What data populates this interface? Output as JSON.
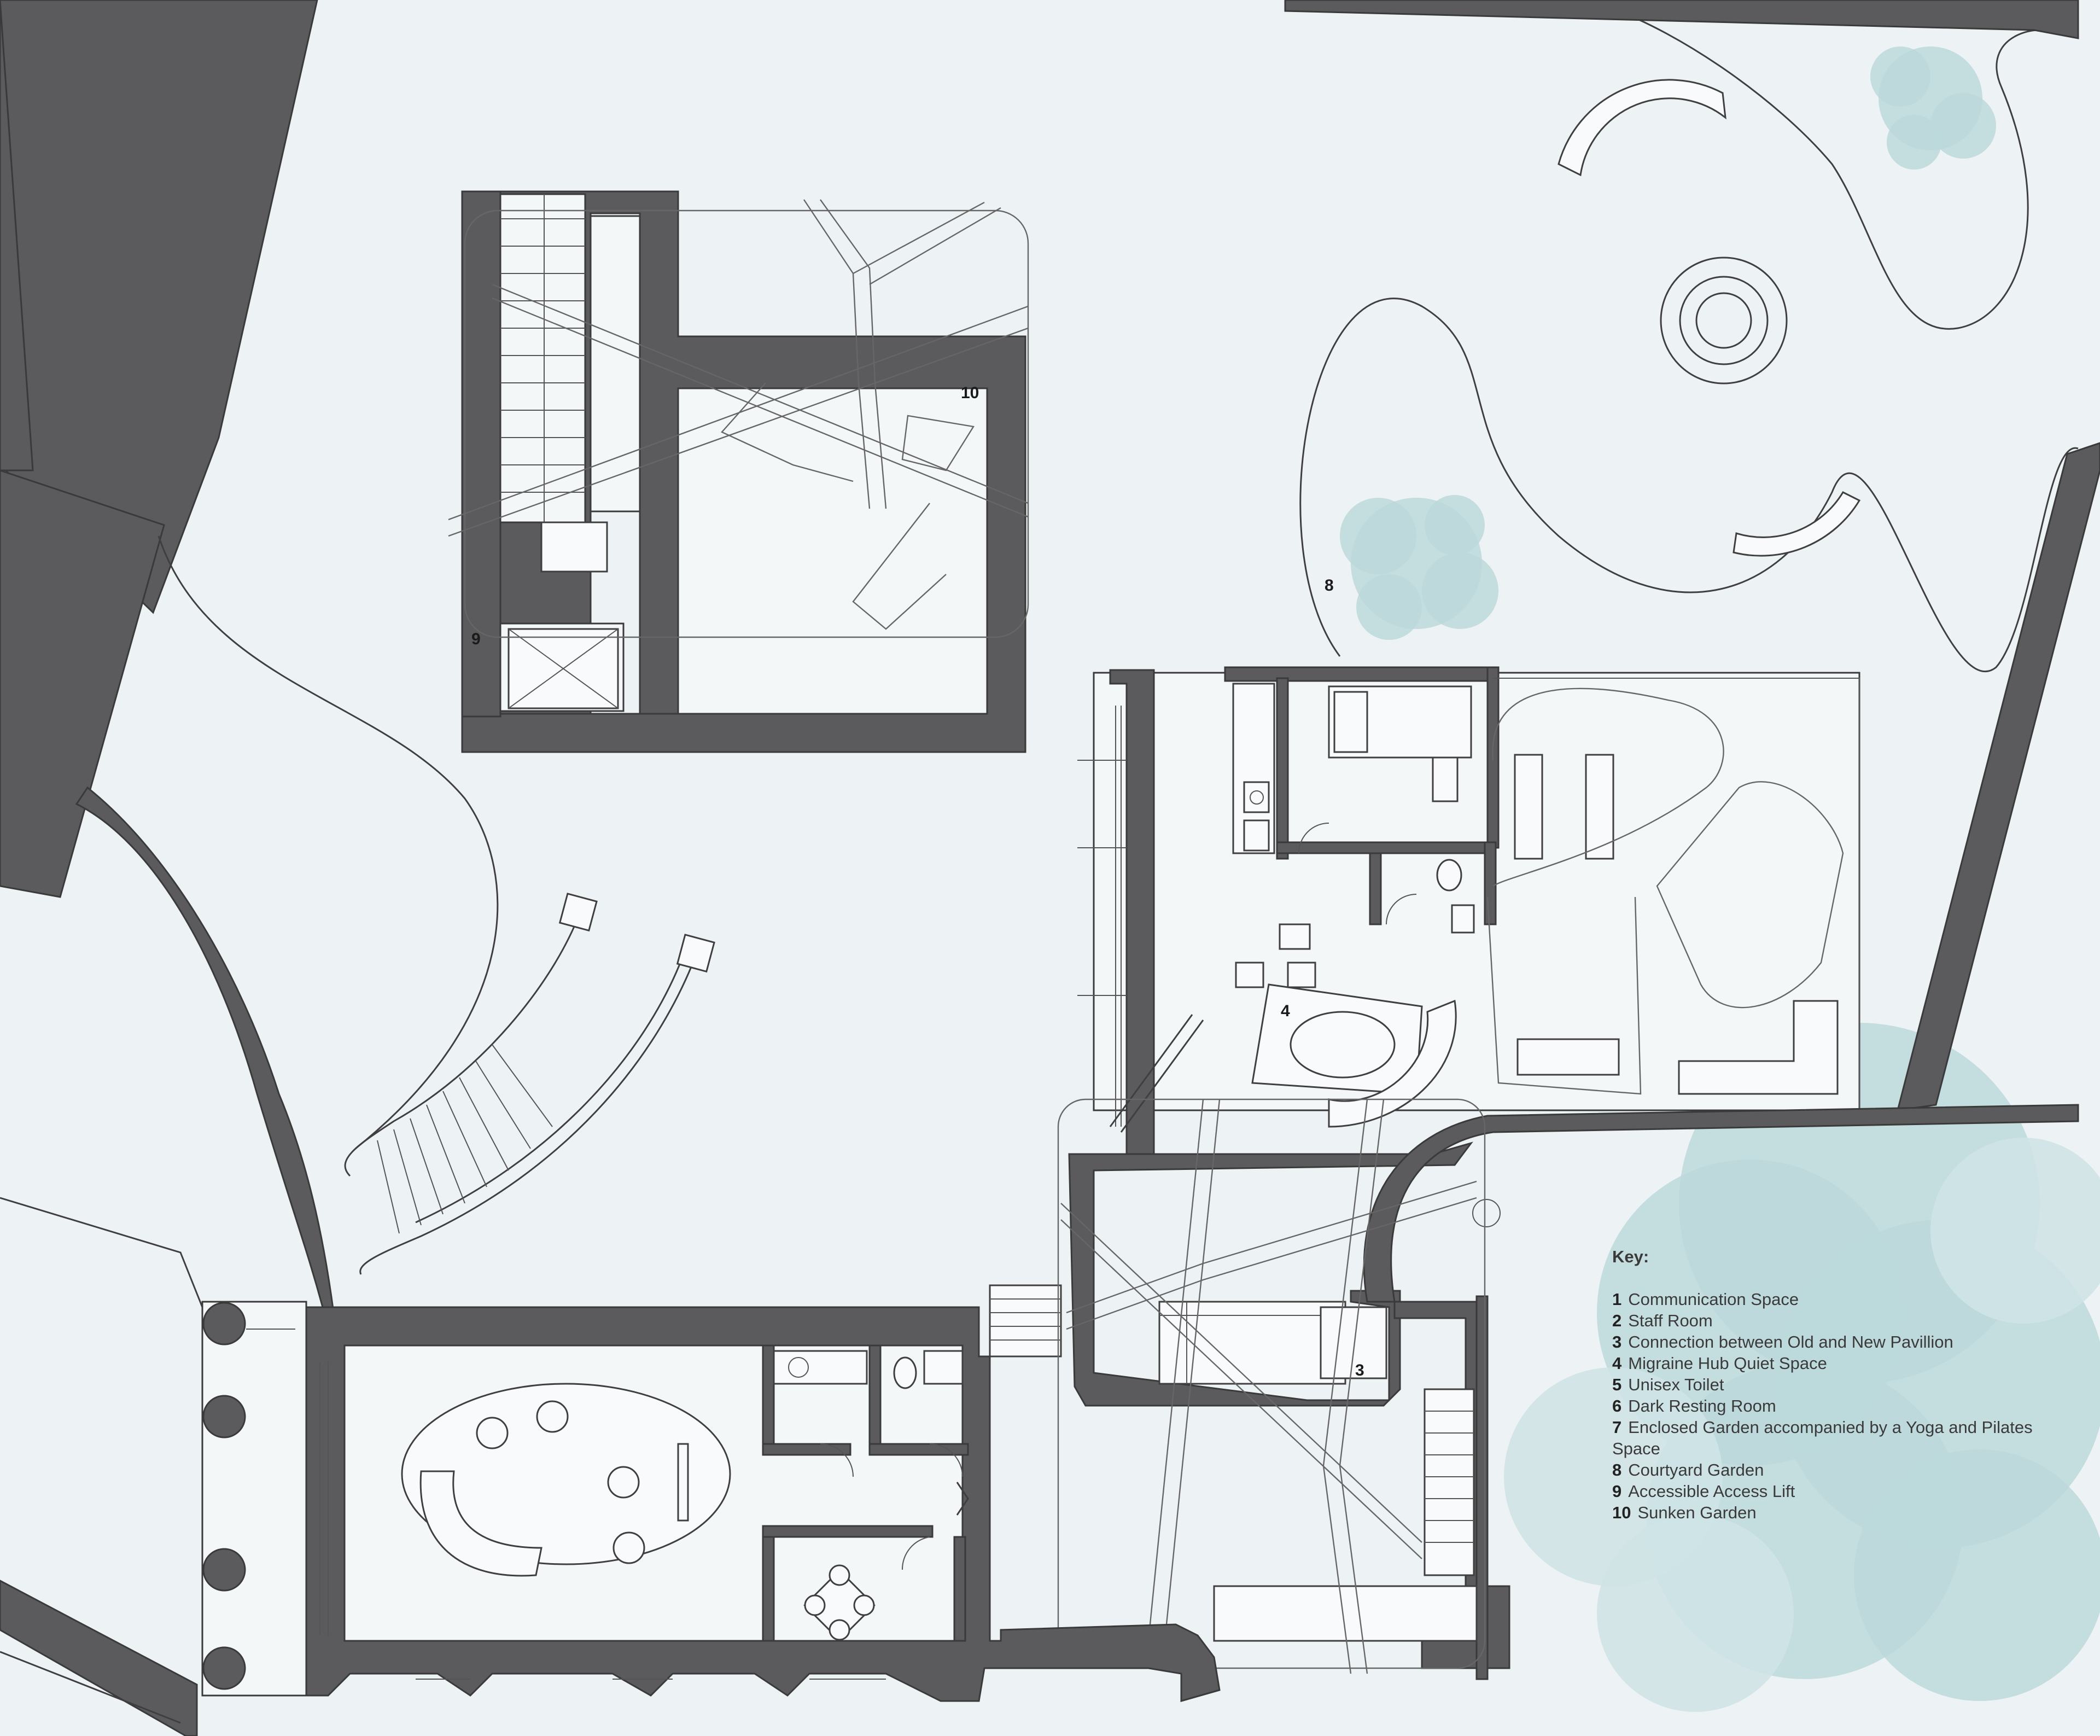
{
  "legend": {
    "title": "Key:",
    "items": [
      {
        "n": "1",
        "label": "Communication Space"
      },
      {
        "n": "2",
        "label": "Staff Room"
      },
      {
        "n": "3",
        "label": "Connection between Old and New Pavillion"
      },
      {
        "n": "4",
        "label": "Migraine Hub Quiet Space"
      },
      {
        "n": "5",
        "label": "Unisex Toilet"
      },
      {
        "n": "6",
        "label": "Dark Resting Room"
      },
      {
        "n": "7",
        "label": "Enclosed Garden accompanied by a Yoga and Pilates Space"
      },
      {
        "n": "8",
        "label": "Courtyard Garden"
      },
      {
        "n": "9",
        "label": "Accessible Access Lift"
      },
      {
        "n": "10",
        "label": "Sunken Garden"
      }
    ]
  },
  "plan_labels": {
    "l3": "3",
    "l4": "4",
    "l8": "8",
    "l9": "9",
    "l10": "10"
  },
  "colors": {
    "background": "#edf3f5",
    "wall": "#5b5b5d",
    "foliage": "#bcd8db"
  }
}
